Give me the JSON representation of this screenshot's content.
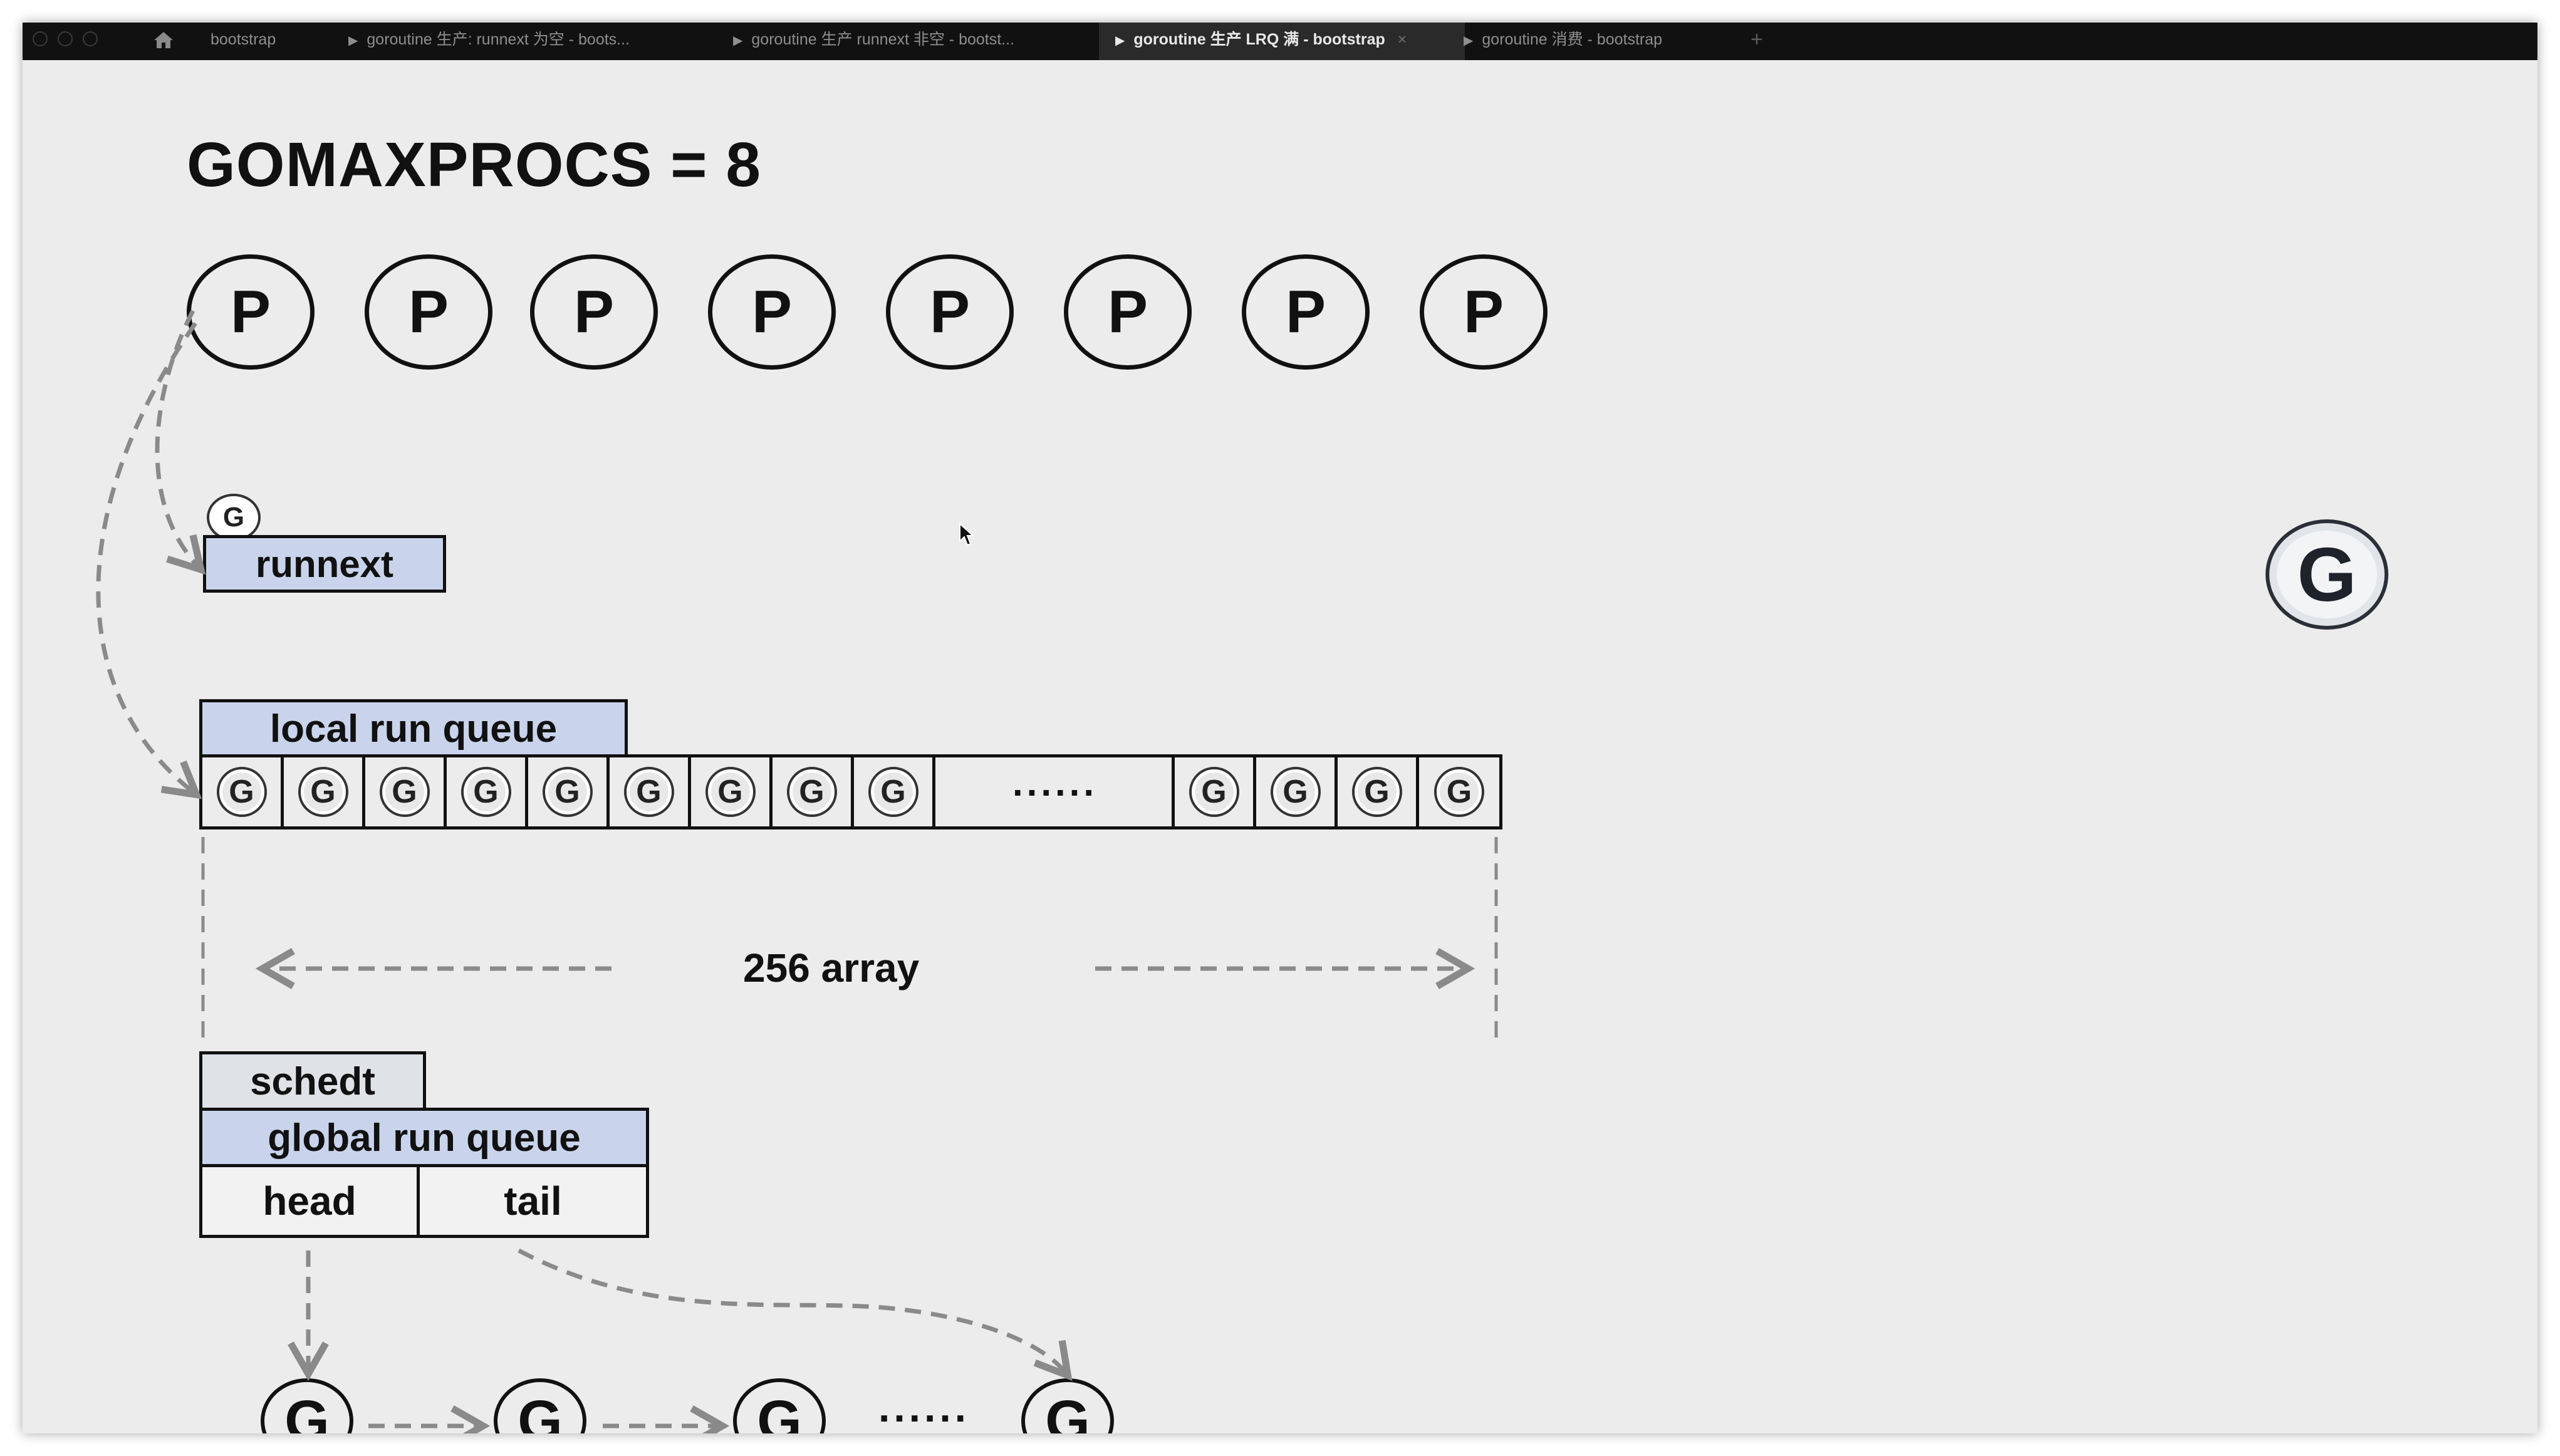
{
  "browser": {
    "tabs": [
      {
        "label": "bootstrap"
      },
      {
        "label": "goroutine 生产: runnext 为空 - boots..."
      },
      {
        "label": "goroutine 生产 runnext 非空 - bootst..."
      },
      {
        "label": "goroutine 生产 LRQ 满 - bootstrap"
      },
      {
        "label": "goroutine 消费 - bootstrap"
      }
    ],
    "active_tab_index": 3,
    "close_glyph": "×",
    "new_tab_glyph": "+",
    "icons": [
      "home-icon",
      "play-icon",
      "close-icon",
      "plus-icon"
    ],
    "colors": {
      "tabbar": "#111111",
      "active_tab": "#2a2a2a",
      "canvas": "#ececec"
    }
  },
  "slide": {
    "title": "GOMAXPROCS = 8",
    "p_label": "P",
    "g_label": "G",
    "runnext": {
      "label": "runnext"
    },
    "local_run_queue": {
      "label": "local run queue",
      "ellipsis": "......",
      "cells_before_gap": 9,
      "cells_after_gap": 4
    },
    "array_label": "256 array",
    "schedt": {
      "label": "schedt"
    },
    "global_run_queue": {
      "label": "global run queue",
      "head": "head",
      "tail": "tail"
    },
    "global_list": {
      "ellipsis": "......"
    },
    "colors": {
      "label_fill": "#c9d4ec",
      "schedt_fill": "#dfe3e7",
      "arrow": "#8a8a8a",
      "ink": "#111111"
    }
  }
}
